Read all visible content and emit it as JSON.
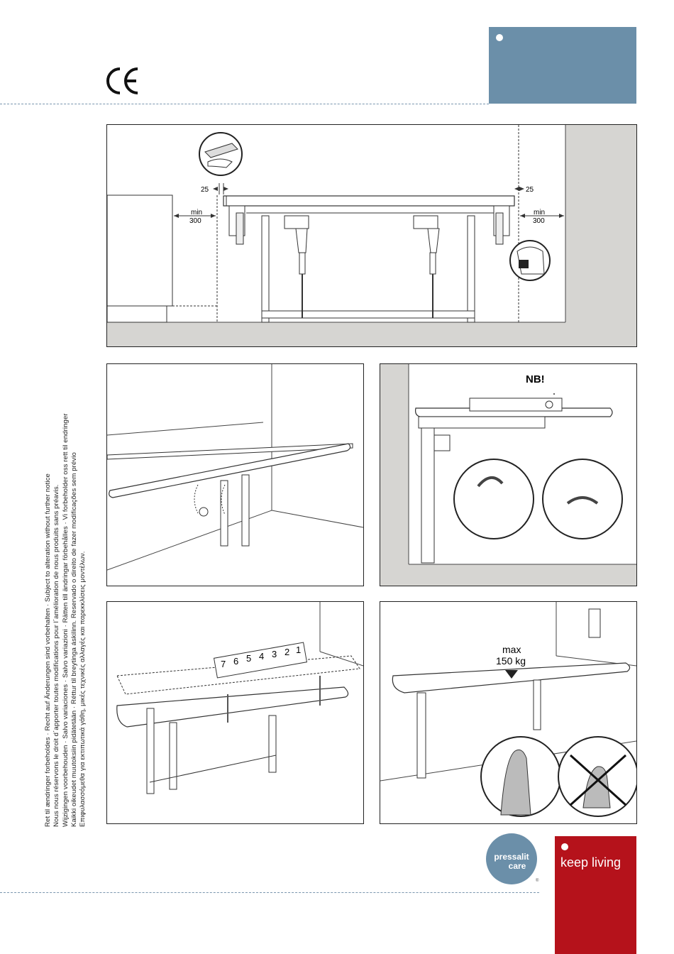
{
  "header": {
    "ce_mark": "CE"
  },
  "side_notice": [
    "Ret til ændringer forbeholdes · Recht auf Änderungen sind vorbehalten · Subject to alteration without further notice",
    "Nous nous réservons le droit d´apporter toutes modifications pour l´amélioration de nous produits sans préavis.",
    "Wijzigingen voorbehouden · Salvo variaciones · Salvo variazioni · Rätten till ändringar förbehålles · Vi forbeholder oss rett til endringer",
    "Kaikki oikeudet muutoksiin pidätetään · Réttur til breytinga áskilinn. Reservado o direito de fazer modificações sem prévio",
    "Επιφυλασσόμεθα για εκτιπωτικά γάθη, μικές τεχνικές αλλαγές και παρεκκλίσεις μοντέλων."
  ],
  "figure1": {
    "dim_left_25": "25",
    "dim_right_25": "25",
    "min_left": "min",
    "min_left_value": "300",
    "min_right": "min",
    "min_right_value": "300"
  },
  "figure3": {
    "note": "NB!"
  },
  "figure4": {
    "positions": [
      "7",
      "6",
      "5",
      "4",
      "3",
      "2",
      "1"
    ]
  },
  "figure5": {
    "max_label": "max",
    "max_value": "150 kg"
  },
  "footer": {
    "brand_line1": "pressalit",
    "brand_line2": "care",
    "registered": "®",
    "slogan": "keep living"
  },
  "colors": {
    "blue_accent": "#6b8fa9",
    "red_accent": "#b5121b",
    "wall_gray": "#d6d5d2",
    "dash_line": "#7a96ae"
  }
}
